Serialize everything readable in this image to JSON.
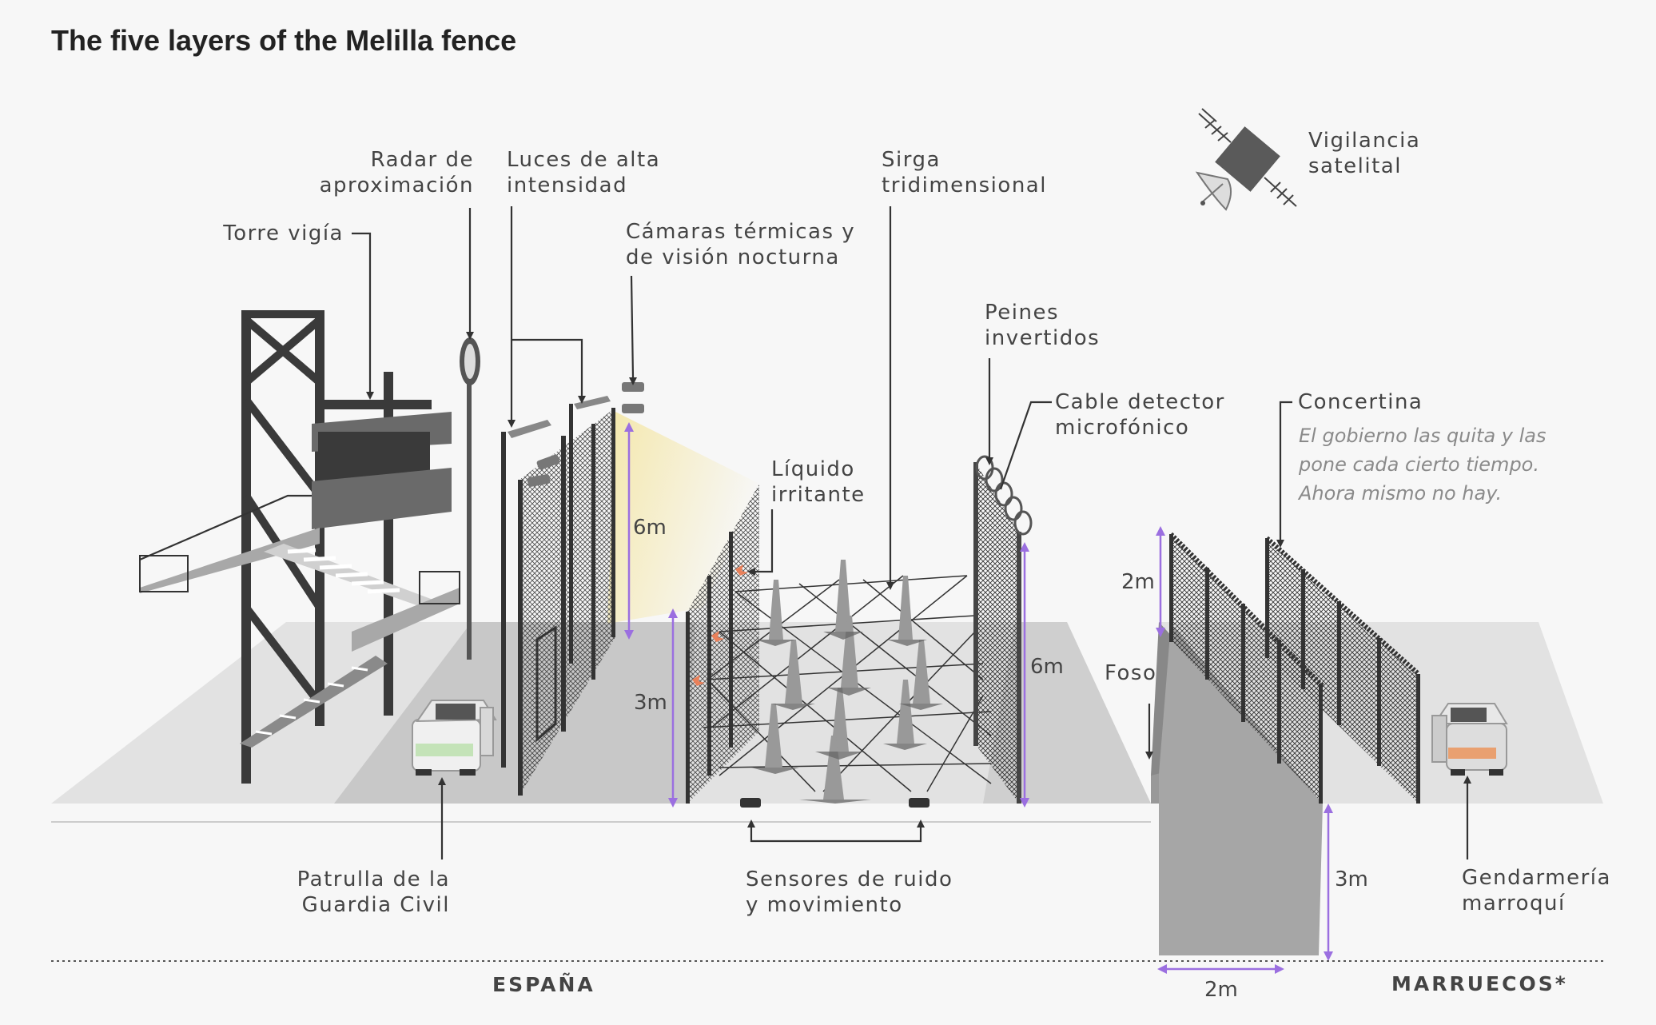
{
  "title": "The five layers of the Melilla fence",
  "labels": {
    "torre": "Torre vigía",
    "radar": [
      "Radar de",
      "aproximación"
    ],
    "luces": [
      "Luces de alta",
      "intensidad"
    ],
    "camaras": [
      "Cámaras térmicas y",
      "de visión nocturna"
    ],
    "sirga": [
      "Sirga",
      "tridimensional"
    ],
    "peines": [
      "Peines",
      "invertidos"
    ],
    "cable": [
      "Cable detector",
      "microfónico"
    ],
    "vigilancia": [
      "Vigilancia",
      "satelital"
    ],
    "liquido": [
      "Líquido",
      "irritante"
    ],
    "concertina": "Concertina",
    "concertina_note": [
      "El gobierno las quita y las",
      "pone cada cierto tiempo.",
      "Ahora mismo no hay."
    ],
    "foso": "Foso",
    "patrulla": [
      "Patrulla de la",
      "Guardia Civil"
    ],
    "sensores": [
      "Sensores de ruido",
      "y movimiento"
    ],
    "gendarmeria": [
      "Gendarmería",
      "marroquí"
    ]
  },
  "measures": {
    "fence1_height": "6m",
    "fence2_height": "3m",
    "fence3_height": "6m",
    "fence_morocco_height": "2m",
    "foso_depth": "3m",
    "foso_width": "2m"
  },
  "countries": {
    "spain": "ESPAÑA",
    "morocco": "MARRUECOS*"
  },
  "colors": {
    "measure": "#9b6fe0",
    "irritant": "#e9805a",
    "light": "#f4e7a8"
  }
}
